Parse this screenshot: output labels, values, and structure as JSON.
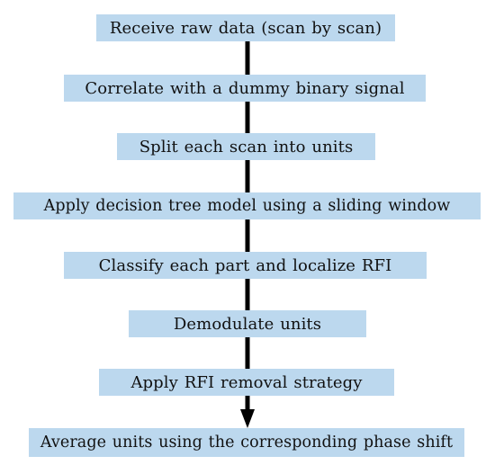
{
  "flowchart": {
    "connector_color": "#000000",
    "box_color": "#bcd8ee",
    "steps": [
      {
        "label": "Receive raw data (scan by scan)"
      },
      {
        "label": "Correlate with a dummy binary signal"
      },
      {
        "label": "Split each scan into units"
      },
      {
        "label": "Apply decision tree model using a sliding window"
      },
      {
        "label": "Classify each part and localize RFI"
      },
      {
        "label": "Demodulate units"
      },
      {
        "label": "Apply RFI removal strategy"
      },
      {
        "label": "Average units using the corresponding phase shift"
      }
    ]
  }
}
